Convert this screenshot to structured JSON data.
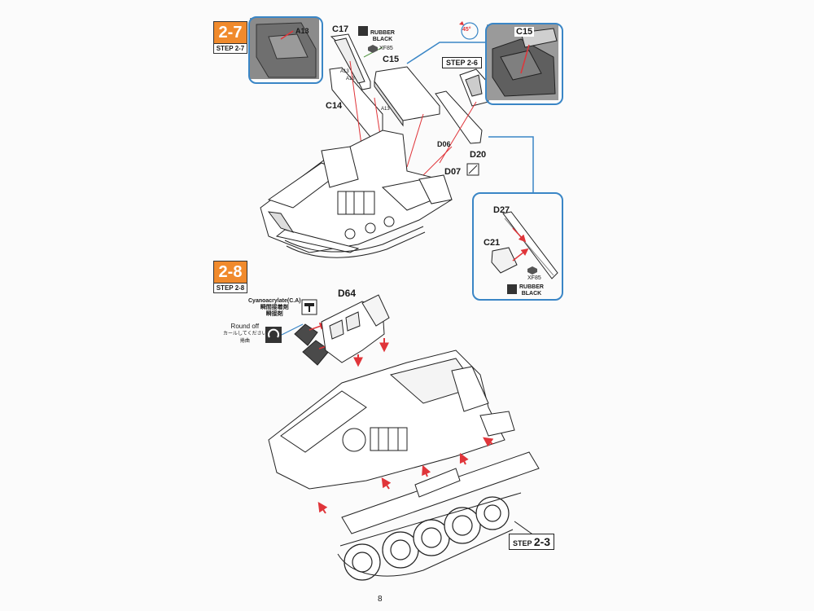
{
  "step_27": {
    "badge": "2-7",
    "sub": "STEP 2-7"
  },
  "step_28": {
    "badge": "2-8",
    "sub": "STEP 2-8"
  },
  "parts": {
    "a13_inset": "A13",
    "c17": "C17",
    "c15": "C15",
    "c14": "C14",
    "a13_1": "A13",
    "a13_2": "A13",
    "a13_3": "A13",
    "c15_inset": "C15",
    "d06": "D06",
    "d20": "D20",
    "d07": "D07",
    "d27": "D27",
    "c21": "C21",
    "d64": "D64"
  },
  "paint": {
    "rubber_black_1": "RUBBER",
    "rubber_black_1b": "BLACK",
    "xf85_1": "XF85",
    "rubber_black_2": "RUBBER",
    "rubber_black_2b": "BLACK",
    "xf85_2": "XF85"
  },
  "angle": "45°",
  "step_refs": {
    "step26": "STEP 2-6",
    "step23_prefix": "STEP",
    "step23_num": "2-3"
  },
  "glue_note": {
    "line1": "Cyanoacrylate(C.A)",
    "line2": "瞬間接着剤",
    "line3": "瞬接剤"
  },
  "round_off": {
    "line1": "Round off",
    "line2": "カールしてください",
    "line3": "捲曲"
  },
  "page_number": "8",
  "colors": {
    "badge_orange": "#f08a2c",
    "inset_blue": "#3a86c6",
    "arrow_red": "#e0353a"
  }
}
